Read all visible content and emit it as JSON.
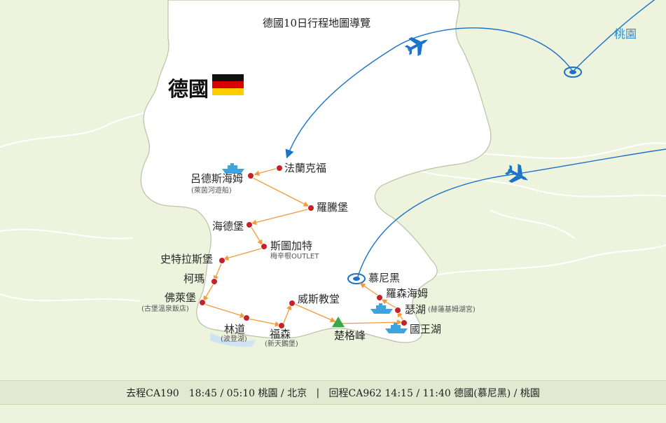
{
  "title": "德國10日行程地圖導覽",
  "country": "德國",
  "origin": "桃園",
  "cities": {
    "frankfurt": "法蘭克福",
    "rudesheim": "呂德斯海姆",
    "rudesheim_note": "(萊茵河遊船)",
    "rothenburg": "羅騰堡",
    "heidelberg": "海德堡",
    "stuttgart": "斯圖加特",
    "stuttgart_note": "梅辛根OUTLET",
    "strasbourg": "史特拉斯堡",
    "colmar": "柯瑪",
    "freiburg": "佛萊堡",
    "freiburg_note": "(古堡溫泉飯店)",
    "lindau": "林道",
    "lindau_note": "(波登湖)",
    "fussen": "福森",
    "fussen_note": "(新天鵝堡)",
    "wieskirche": "威斯教堂",
    "zugspitze": "楚格峰",
    "munich": "慕尼黑",
    "rosenheim": "羅森海姆",
    "chiemsee": "瑟湖",
    "chiemsee_note": "(赫蓮基姆湖宮)",
    "konigssee": "國王湖"
  },
  "footer": {
    "outbound": "去程CA190　18:45 / 05:10 桃園 / 北京",
    "divider": "|",
    "inbound": "回程CA962 14:15 / 11:40 德國(慕尼黑) / 桃園"
  },
  "colors": {
    "route": "#f39b3a",
    "flight": "#1a73c8",
    "city_dot": "#c8202a",
    "peak": "#3aa84a",
    "germany_fill": "#ffffff",
    "land": "#eef3de",
    "footer_bg": "#e3e9d0"
  },
  "icons": [
    "airplane-icon",
    "airport-marker-icon",
    "ship-icon",
    "mountain-peak-icon",
    "germany-flag-icon"
  ]
}
